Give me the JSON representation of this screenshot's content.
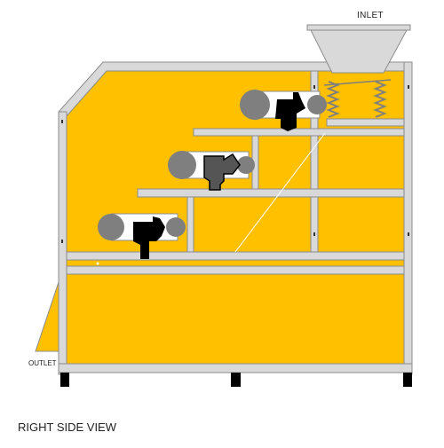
{
  "labels": {
    "inlet": "INLET",
    "outlet": "OUTLET",
    "view_title": "RIGHT SIDE VIEW"
  },
  "colors": {
    "body_fill": "#FFC000",
    "frame": "#D9D9D9",
    "frame_edge": "#8C8C8C",
    "pulley": "#7F7F7F",
    "motor": "#000000",
    "belt": "#FFFFFF",
    "spring": "#7F7F7F"
  }
}
